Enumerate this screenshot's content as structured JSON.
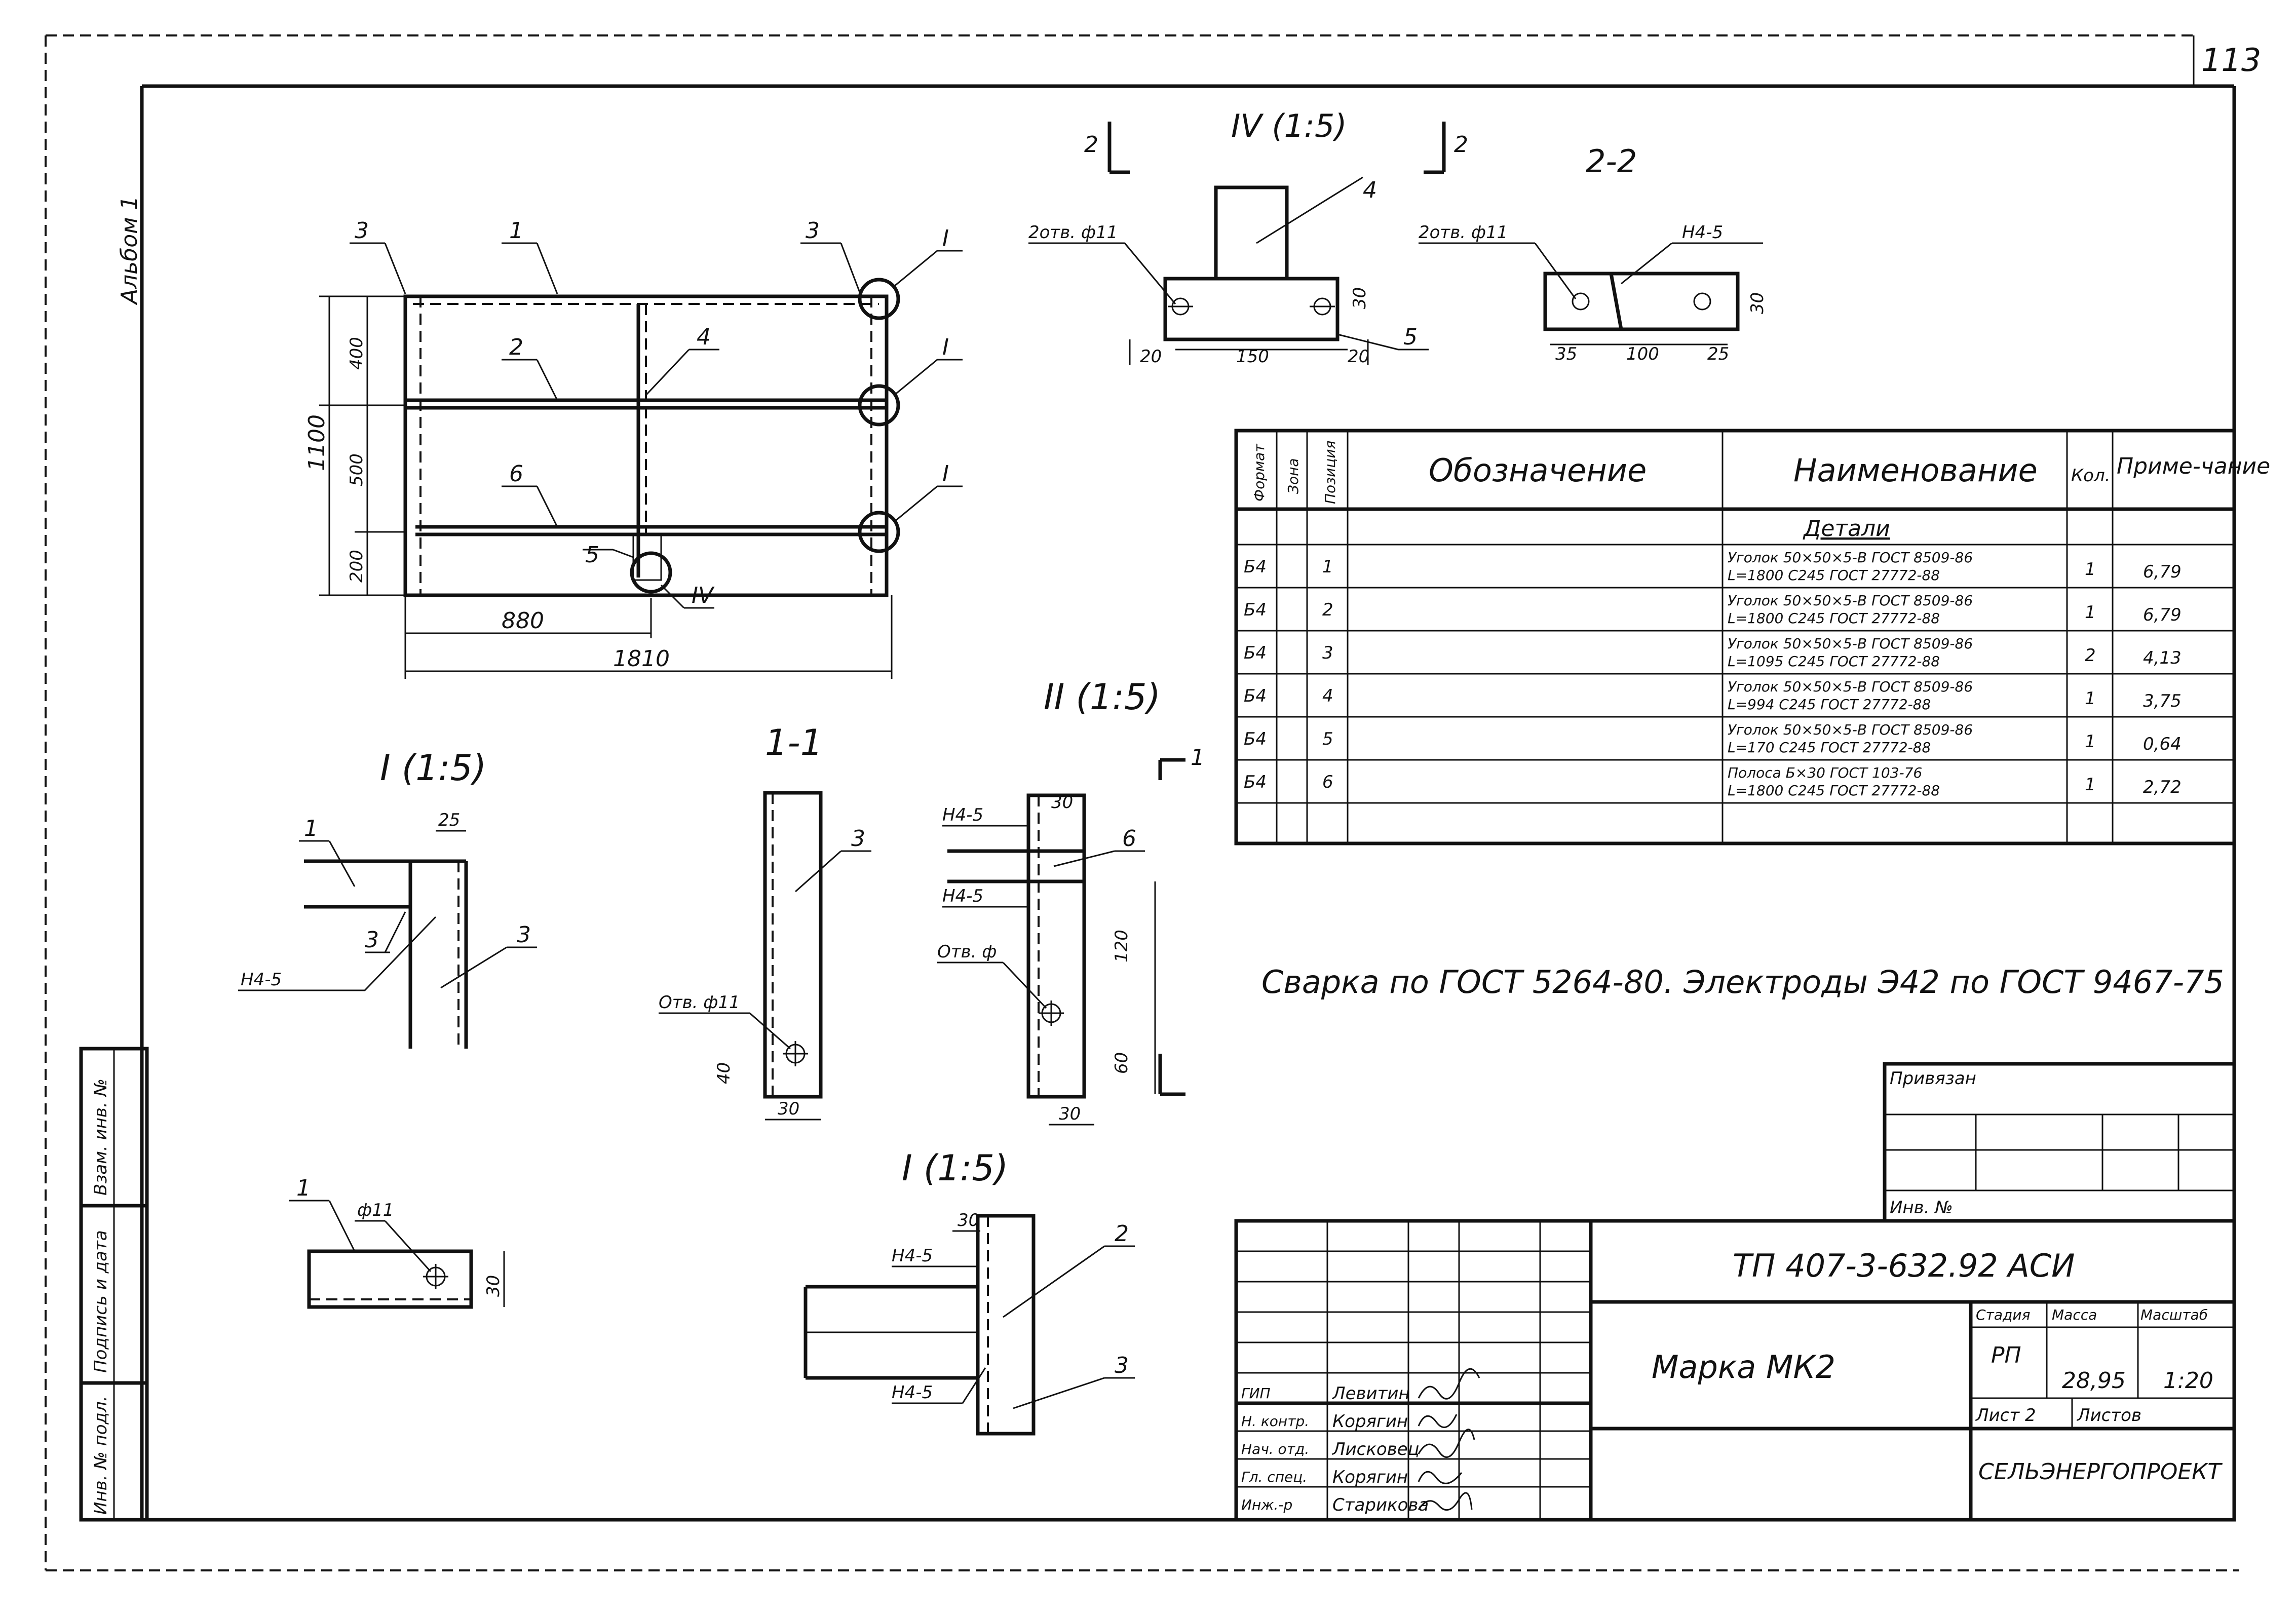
{
  "page_number": "113",
  "album_label": "Альбом 1",
  "side_stamp": {
    "inv_podl": "Инв. № подл.",
    "podpis": "Подпись и дата",
    "vzam": "Взам. инв. №"
  },
  "main_view": {
    "callouts": [
      "3",
      "1",
      "3",
      "2",
      "4",
      "6",
      "5"
    ],
    "detail_refs": [
      "I",
      "I",
      "I",
      "IV"
    ],
    "dims": {
      "overall_h": "1100",
      "d1": "400",
      "d2": "500",
      "d3": "200",
      "w_half": "880",
      "w_total": "1810"
    }
  },
  "view_iv": {
    "title": "IV (1:5)",
    "cut_left": "2",
    "cut_right": "2",
    "holes": "2отв. ф11",
    "callout_top": "4",
    "callout_right": "5",
    "dims": {
      "h": "30",
      "l": "20",
      "m": "150",
      "r": "20"
    }
  },
  "view_22": {
    "title": "2-2",
    "holes": "2отв. ф11",
    "weld": "Н4-5",
    "dims": {
      "l": "35",
      "m": "100",
      "r": "25",
      "h": "30"
    }
  },
  "spec_table": {
    "headers": {
      "format": "Формат",
      "zone": "Зона",
      "pos": "Позиция",
      "designation": "Обозначение",
      "name": "Наименование",
      "qty": "Кол.",
      "note": "Приме-чание"
    },
    "section": "Детали",
    "rows": [
      {
        "format": "Б4",
        "pos": "1",
        "name1": "Уголок 50×50×5-В ГОСТ 8509-86",
        "name2": "L=1800  С245  ГОСТ 27772-88",
        "qty": "1",
        "note": "6,79"
      },
      {
        "format": "Б4",
        "pos": "2",
        "name1": "Уголок 50×50×5-В ГОСТ 8509-86",
        "name2": "L=1800  С245  ГОСТ 27772-88",
        "qty": "1",
        "note": "6,79"
      },
      {
        "format": "Б4",
        "pos": "3",
        "name1": "Уголок 50×50×5-В ГОСТ 8509-86",
        "name2": "L=1095  С245  ГОСТ 27772-88",
        "qty": "2",
        "note": "4,13"
      },
      {
        "format": "Б4",
        "pos": "4",
        "name1": "Уголок 50×50×5-В ГОСТ 8509-86",
        "name2": "L=994  С245  ГОСТ 27772-88",
        "qty": "1",
        "note": "3,75"
      },
      {
        "format": "Б4",
        "pos": "5",
        "name1": "Уголок 50×50×5-В ГОСТ 8509-86",
        "name2": "L=170  С245  ГОСТ 27772-88",
        "qty": "1",
        "note": "0,64"
      },
      {
        "format": "Б4",
        "pos": "6",
        "name1": "Полоса Б×30  ГОСТ 103-76",
        "name2": "L=1800  С245  ГОСТ 27772-88",
        "qty": "1",
        "note": "2,72"
      }
    ]
  },
  "welding_note": "Сварка по ГОСТ 5264-80. Электроды Э42 по ГОСТ 9467-75",
  "detail_i_top": {
    "title": "I (1:5)",
    "callouts": [
      "1",
      "3",
      "3"
    ],
    "weld": "Н4-5",
    "dim": "25"
  },
  "section_11": {
    "title": "1-1",
    "callout": "3",
    "hole": "Отв. ф11",
    "dims": {
      "h": "40",
      "w": "30"
    }
  },
  "detail_ii": {
    "title": "II (1:5)",
    "cut": "1",
    "callout": "6",
    "weld_a": "Н4-5",
    "weld_b": "Н4-5",
    "hole": "Отв. ф",
    "dims": {
      "top": "30",
      "h": "120",
      "low": "60",
      "w": "30"
    }
  },
  "detail_bottom_left": {
    "callout": "1",
    "hole": "ф11",
    "dim": "30"
  },
  "detail_i_bottom": {
    "title": "I (1:5)",
    "callouts": [
      "2",
      "3"
    ],
    "weld_a": "Н4-5",
    "weld_b": "Н4-5",
    "dim": "30"
  },
  "privyazan": {
    "label": "Привязан",
    "inv": "Инв. №"
  },
  "title_block": {
    "code": "ТП 407-3-632.92  АСИ",
    "name": "Марка МК2",
    "stage_label": "Стадия",
    "mass_label": "Масса",
    "scale_label": "Масштаб",
    "stage": "РП",
    "mass": "28,95",
    "scale": "1:20",
    "sheet_label": "Лист 2",
    "sheets_label": "Листов",
    "org": "СЕЛЬЭНЕРГОПРОЕКТ",
    "people": [
      {
        "role": "ГИП",
        "name": "Левитин"
      },
      {
        "role": "Н. контр.",
        "name": "Корягин"
      },
      {
        "role": "Нач. отд.",
        "name": "Лисковец"
      },
      {
        "role": "Гл. спец.",
        "name": "Корягин"
      },
      {
        "role": "Инж.-р",
        "name": "Старикова"
      }
    ]
  }
}
